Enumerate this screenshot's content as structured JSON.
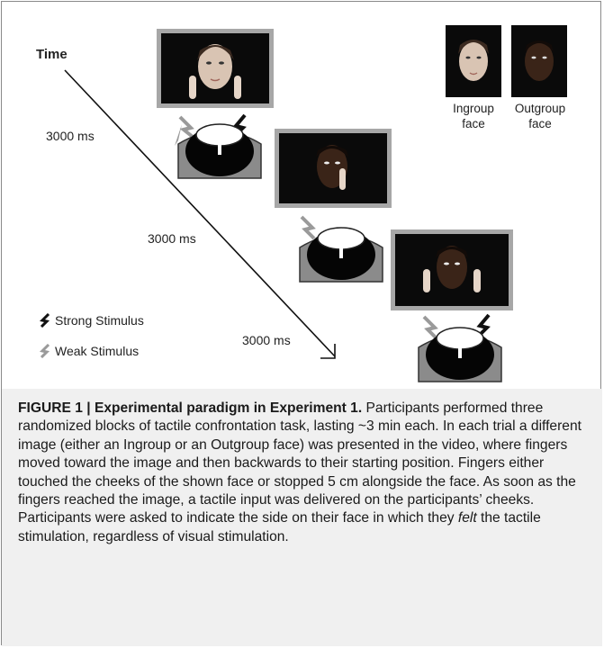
{
  "figure": {
    "time_label": "Time",
    "durations": [
      "3000 ms",
      "3000 ms",
      "3000 ms"
    ],
    "ingroup_label": "Ingroup face",
    "outgroup_label": "Outgroup face",
    "legend": {
      "strong": "Strong Stimulus",
      "weak": "Weak Stimulus"
    },
    "colors": {
      "strong_bolt": "#111111",
      "weak_bolt": "#9a9a9a",
      "frame_gray": "#a7a7a7",
      "caption_bg": "#f0f0f0"
    },
    "icons": [
      "lightning-bolt-icon",
      "arrow-icon",
      "head-top-view-icon"
    ]
  },
  "caption": {
    "title": "FIGURE 1 | Experimental paradigm in Experiment 1.",
    "text_before_italic": " Participants performed three randomized blocks of tactile confrontation task, lasting ~3 min each. In each trial a different image (either an Ingroup or an Outgroup face) was presented in the video, where fingers moved toward the image and then backwards to their starting position. Fingers either touched the cheeks of the shown face or stopped 5 cm alongside the face. As soon as the fingers reached the image, a tactile input was delivered on the participants’ cheeks. Participants were asked to indicate the side on their face in which they ",
    "italic_word": "felt",
    "text_after_italic": " the tactile stimulation, regardless of visual stimulation."
  }
}
